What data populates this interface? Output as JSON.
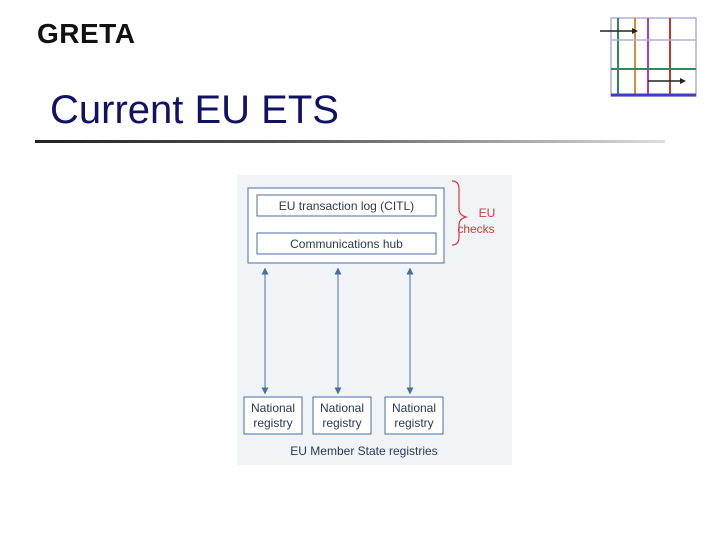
{
  "header": {
    "brand": "GRETA",
    "title": "Current EU ETS"
  },
  "logo": {
    "icon": "grid-arrows-icon",
    "colors": [
      "#2e8b57",
      "#d98c3a",
      "#c0399e",
      "#3f3fbf",
      "#c0392b",
      "#b0b0d8"
    ]
  },
  "diagram": {
    "central_boxes": [
      "EU transaction log (CITL)",
      "Communications hub"
    ],
    "eu_checks": [
      "EU",
      "checks"
    ],
    "registries": [
      {
        "line1": "National",
        "line2": "registry"
      },
      {
        "line1": "National",
        "line2": "registry"
      },
      {
        "line1": "National",
        "line2": "registry"
      }
    ],
    "caption": "EU Member State registries",
    "colors": {
      "box_border": "#4a6fa5",
      "text": "#2b3a55",
      "accent": "#d9383a",
      "background": "#f1f4f7"
    }
  }
}
